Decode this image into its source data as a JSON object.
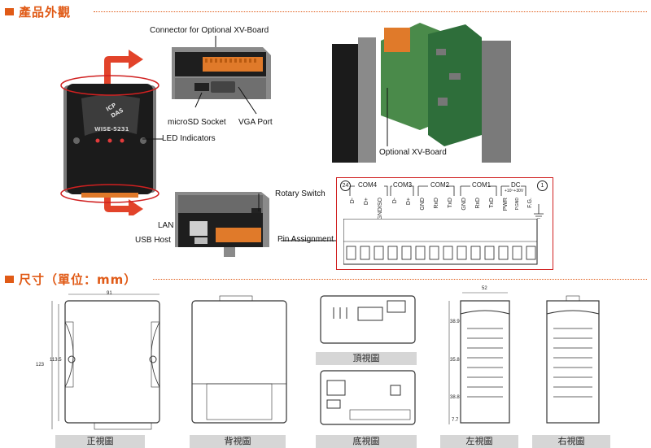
{
  "sections": {
    "appearance_title": "產品外觀",
    "dimensions_title": "尺寸（單位：mm）"
  },
  "device": {
    "logo": "ICP DAS",
    "model": "WISE-5231"
  },
  "callouts": {
    "connector_xv": "Connector for Optional XV-Board",
    "microsd": "microSD Socket",
    "vga": "VGA Port",
    "led": "LED Indicators",
    "optional_xv": "Optional XV-Board",
    "rotary": "Rotary Switch",
    "lan": "LAN",
    "usb": "USB Host",
    "pin_assignment": "Pin Assignment"
  },
  "pins": {
    "groups": [
      "COM4",
      "COM3",
      "COM2",
      "COM1",
      "DC"
    ],
    "dc_range": "+10~+30V",
    "columns": [
      "D-",
      "D+",
      "GNDISO",
      "D-",
      "D+",
      "GND",
      "RxD",
      "TxD",
      "GND",
      "RxD",
      "TxD",
      "PWR",
      "P.GND",
      "F.G."
    ],
    "left_badge": "24",
    "right_badge": "1"
  },
  "dimensions": {
    "front_width": "91",
    "front_height_outer": "123",
    "front_height_inner": "113.5",
    "side_width": "52",
    "side_dims": [
      "38.9",
      "35.8",
      "38.8",
      "7.7"
    ]
  },
  "captions": {
    "front": "正視圖",
    "back": "背視圖",
    "top": "頂視圖",
    "bottom": "底視圖",
    "left": "左視圖",
    "right": "右視圖"
  }
}
